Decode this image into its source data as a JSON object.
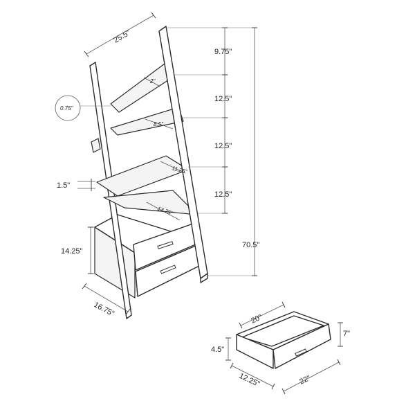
{
  "labels": {
    "overall_width": "25.5\"",
    "top_gap": "9.75\"",
    "shelf_gap_1": "12.5\"",
    "shelf_gap_2": "12.5\"",
    "shelf_gap_3": "12.5\"",
    "overall_height": "70.5\"",
    "side_thickness": "0.75\"",
    "shelf_depth_1": "2\"",
    "shelf_depth_2": "8.5\"",
    "shelf_depth_3": "11.25\"",
    "shelf_depth_4": "13.75\"",
    "shelf_thickness": "1.5\"",
    "cabinet_height": "14.25\"",
    "base_depth": "16.75\"",
    "drawer_width": "20\"",
    "drawer_height_outer": "7\"",
    "drawer_height_inner": "4.5\"",
    "drawer_depth": "12.25\"",
    "drawer_length": "22\""
  }
}
